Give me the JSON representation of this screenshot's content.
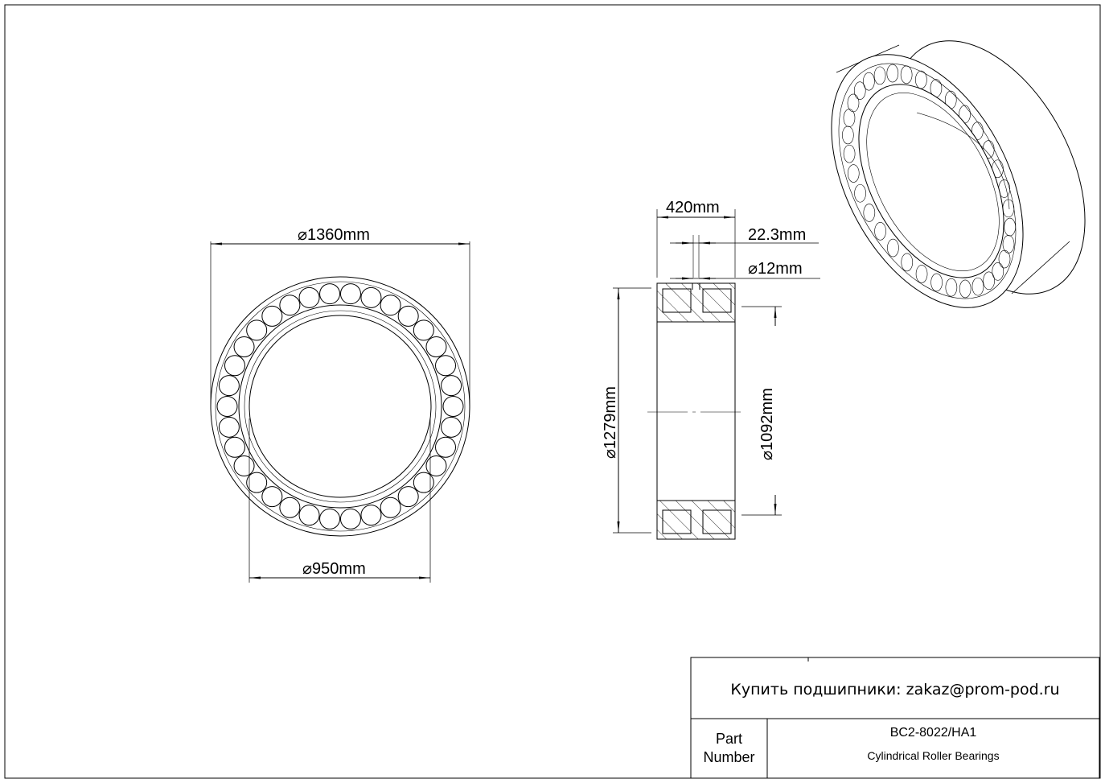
{
  "dimensions": {
    "outer_diameter": "1360mm",
    "bore_diameter": "950mm",
    "width": "420mm",
    "groove_width": "22.3mm",
    "hole_diameter": "12mm",
    "outer_ring_inner_diameter": "1279mm",
    "inner_ring_outer_diameter": "1092mm"
  },
  "title_block": {
    "contact": "Купить подшипники: zakaz@prom-pod.ru",
    "part_label_1": "Part",
    "part_label_2": "Number",
    "part_number": "BC2-8022/HA1",
    "description": "Cylindrical Roller Bearings"
  },
  "front_view": {
    "roller_count": 34
  }
}
